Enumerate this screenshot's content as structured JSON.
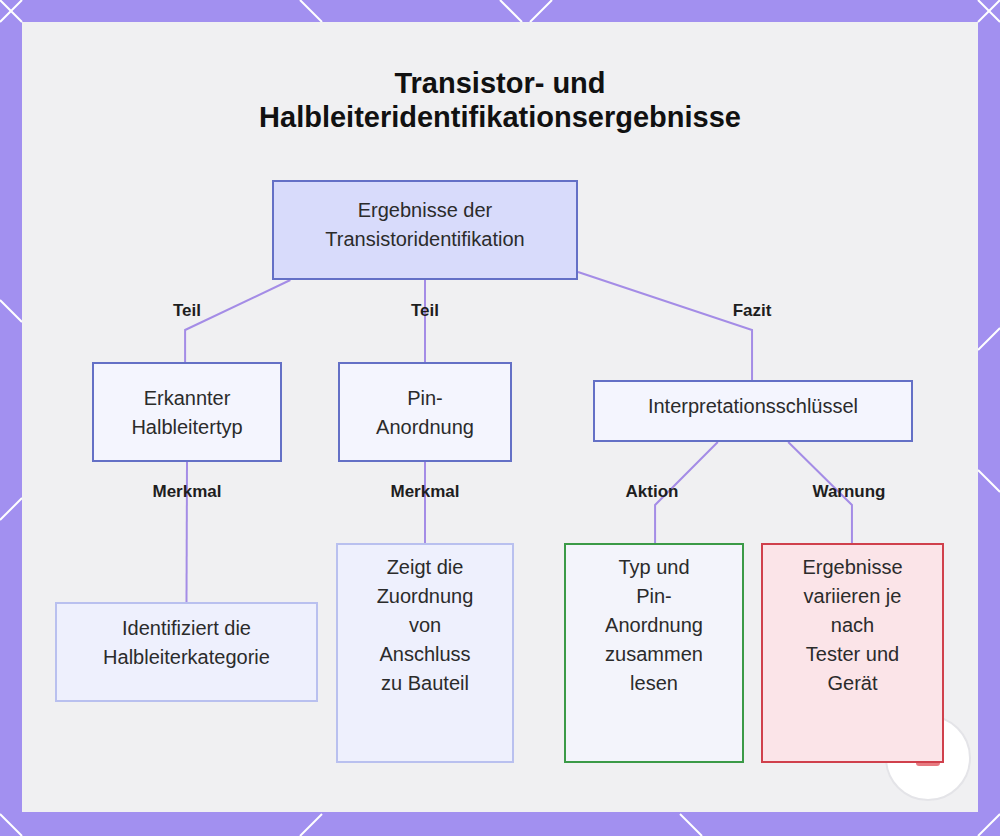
{
  "diagram": {
    "title": "Transistor- und Halbleiteridentifikationsergebnisse",
    "nodes": [
      {
        "text": [
          "Ergebnisse der Transistoridentifikation"
        ]
      },
      {
        "text": [
          "Erkannter Halbleitertyp"
        ]
      },
      {
        "text": [
          "Pin- Anordnung"
        ]
      },
      {
        "text": [
          "Interpretationsschlüssel"
        ]
      },
      {
        "text": [
          "Identifiziert die Halbleiterkategorie"
        ]
      },
      {
        "text": [
          "Zeigt die Zuordnung von Anschluss zu Bauteil"
        ]
      },
      {
        "text": [
          "Typ und Pin- Anordnung zusammen lesen"
        ]
      },
      {
        "text": [
          "Ergebnisse variieren je nach Tester und Gerät"
        ]
      }
    ],
    "edges": [
      {
        "from": 0,
        "to": 1,
        "label": "Teil",
        "arrow": "none"
      },
      {
        "from": 0,
        "to": 2,
        "label": "Teil",
        "arrow": "none"
      },
      {
        "from": 0,
        "to": 3,
        "label": "Fazit",
        "arrow": "none"
      },
      {
        "from": 1,
        "to": 4,
        "label": "Merkmal",
        "arrow": "none"
      },
      {
        "from": 2,
        "to": 5,
        "label": "Merkmal",
        "arrow": "none"
      },
      {
        "from": 3,
        "to": 6,
        "label": "Aktion",
        "arrow": "none"
      },
      {
        "from": 3,
        "to": 7,
        "label": "Warnung",
        "arrow": "none"
      }
    ]
  }
}
